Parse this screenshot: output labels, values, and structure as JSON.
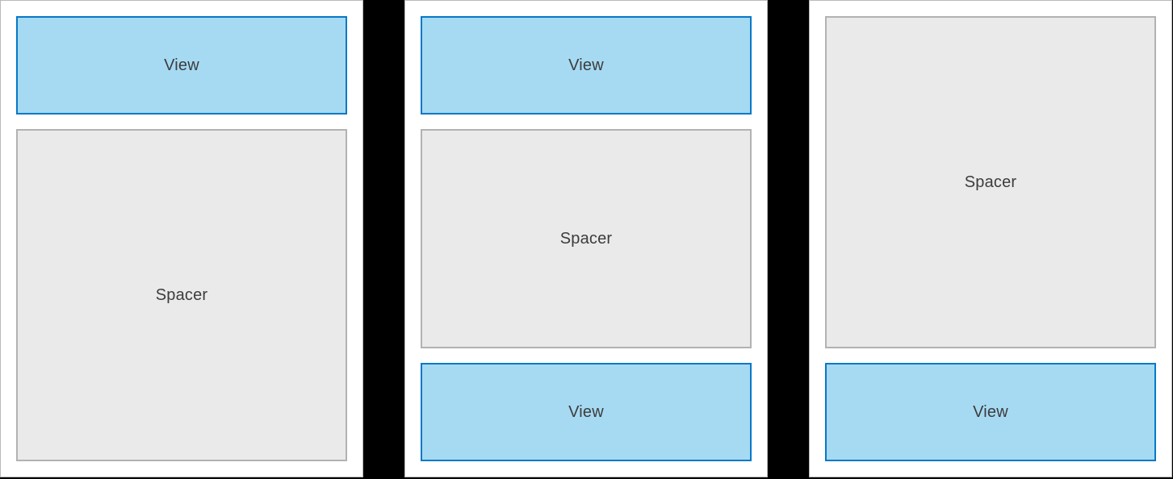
{
  "panels": [
    {
      "name": "view-above-spacer",
      "items": [
        {
          "kind": "view",
          "label": "View"
        },
        {
          "kind": "spacer",
          "label": "Spacer"
        }
      ]
    },
    {
      "name": "view-spacer-view",
      "items": [
        {
          "kind": "view",
          "label": "View"
        },
        {
          "kind": "spacer",
          "label": "Spacer"
        },
        {
          "kind": "view",
          "label": "View"
        }
      ]
    },
    {
      "name": "spacer-above-view",
      "items": [
        {
          "kind": "spacer",
          "label": "Spacer"
        },
        {
          "kind": "view",
          "label": "View"
        }
      ]
    }
  ],
  "colors": {
    "background": "#000000",
    "panel_background": "#ffffff",
    "panel_border": "#b9b9b9",
    "view_fill": "#a6daf2",
    "view_border": "#0678c8",
    "spacer_fill": "#eaeaea",
    "spacer_border": "#b2b2b2",
    "label_text": "#3c3c3e"
  }
}
